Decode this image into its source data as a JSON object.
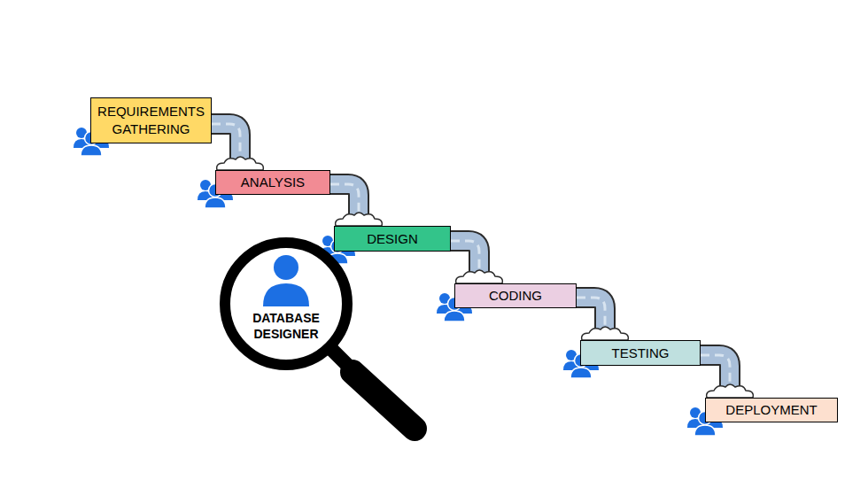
{
  "diagram": {
    "nodes": [
      {
        "text": [
          "REQUIREMENTS GATHERING"
        ]
      },
      {
        "text": [
          "ANALYSIS"
        ]
      },
      {
        "text": [
          "DESIGN"
        ]
      },
      {
        "text": [
          "CODING"
        ]
      },
      {
        "text": [
          "TESTING"
        ]
      },
      {
        "text": [
          "DEPLOYMENT"
        ]
      },
      {
        "text": [
          "DATABASE DESIGNER"
        ]
      }
    ],
    "edges": [
      {
        "from": 0,
        "to": 1,
        "arrow": "none"
      },
      {
        "from": 1,
        "to": 2,
        "arrow": "none"
      },
      {
        "from": 2,
        "to": 3,
        "arrow": "none"
      },
      {
        "from": 3,
        "to": 4,
        "arrow": "none"
      },
      {
        "from": 4,
        "to": 5,
        "arrow": "none"
      }
    ]
  }
}
